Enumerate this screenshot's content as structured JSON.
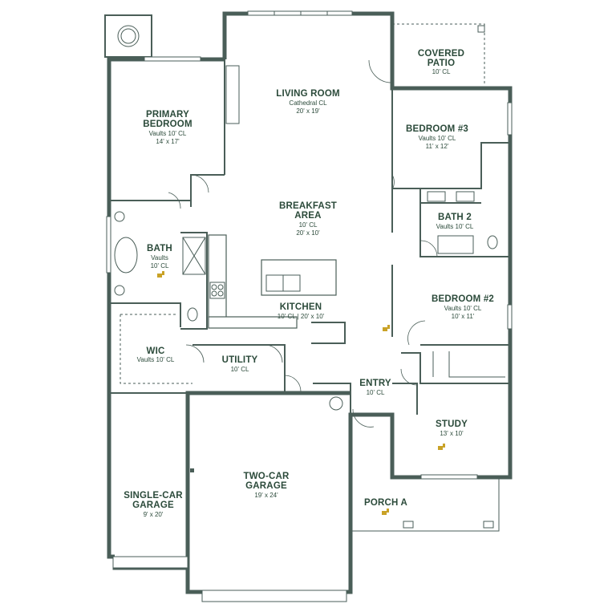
{
  "colors": {
    "wall": "#4a5e58",
    "text": "#2b4a3a",
    "accent": "#c9a227",
    "background": "#ffffff"
  },
  "rooms": {
    "covered_patio": {
      "name_line1": "COVERED",
      "name_line2": "PATIO",
      "ceiling": "10' CL"
    },
    "living_room": {
      "name": "LIVING ROOM",
      "ceiling": "Cathedral CL",
      "size": "20' x 19'"
    },
    "primary_bedroom": {
      "name_line1": "PRIMARY",
      "name_line2": "BEDROOM",
      "ceiling": "Vaults 10' CL",
      "size": "14' x 17'"
    },
    "bedroom3": {
      "name": "BEDROOM #3",
      "ceiling": "Vaults 10' CL",
      "size": "11' x 12'"
    },
    "breakfast_area": {
      "name_line1": "BREAKFAST",
      "name_line2": "AREA",
      "ceiling": "10' CL",
      "size": "20' x 10'"
    },
    "bath2": {
      "name": "BATH 2",
      "ceiling": "Vaults 10' CL"
    },
    "bath": {
      "name": "BATH",
      "ceiling_line1": "Vaults",
      "ceiling_line2": "10' CL"
    },
    "kitchen": {
      "name": "KITCHEN",
      "ceiling_size": "10' CL  |  20' x 10'"
    },
    "bedroom2": {
      "name": "BEDROOM #2",
      "ceiling": "Vaults 10' CL",
      "size": "10' x 11'"
    },
    "wic": {
      "name": "WIC",
      "ceiling": "Vaults 10' CL"
    },
    "utility": {
      "name": "UTILITY",
      "ceiling": "10' CL"
    },
    "entry": {
      "name": "ENTRY",
      "ceiling": "10' CL"
    },
    "study": {
      "name": "STUDY",
      "size": "13' x 10'"
    },
    "two_car_garage": {
      "name_line1": "TWO-CAR",
      "name_line2": "GARAGE",
      "size": "19' x 24'"
    },
    "single_car_garage": {
      "name_line1": "SINGLE-CAR",
      "name_line2": "GARAGE",
      "size": "9' x 20'"
    },
    "porch_a": {
      "name": "PORCH A"
    }
  },
  "icons": [
    "accessibility-icon",
    "vent-icon",
    "sink-icon",
    "toilet-icon",
    "tub-icon",
    "shower-icon",
    "range-icon"
  ]
}
